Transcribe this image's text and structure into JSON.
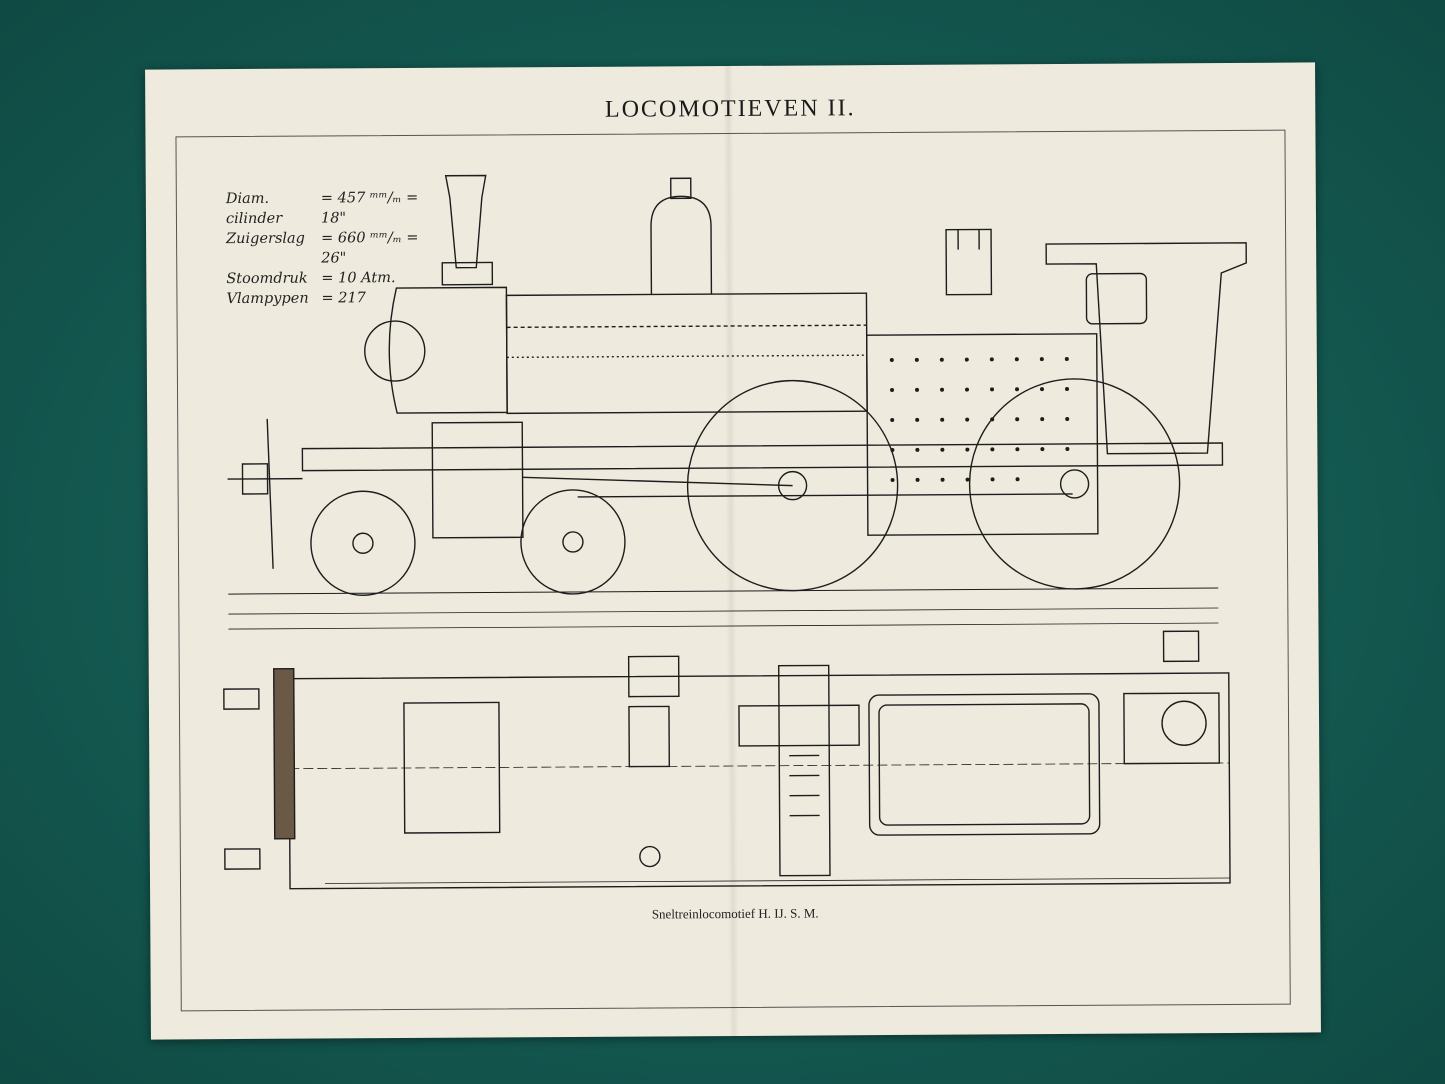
{
  "plate": {
    "title": "LOCOMOTIEVEN II.",
    "caption": "Sneltreinlocomotief H. IJ. S. M."
  },
  "specs": [
    {
      "name": "Diam. cilinder",
      "value": "= 457 ᵐᵐ/ₘ = 18\""
    },
    {
      "name": "Zuigerslag",
      "value": "= 660 ᵐᵐ/ₘ = 26\""
    },
    {
      "name": "Stoomdruk",
      "value": "= 10 Atm."
    },
    {
      "name": "Vlampypen",
      "value": "= 217"
    }
  ],
  "colors": {
    "background": "#145c54",
    "paper": "#eeeadd",
    "ink": "#1a1a1a"
  }
}
